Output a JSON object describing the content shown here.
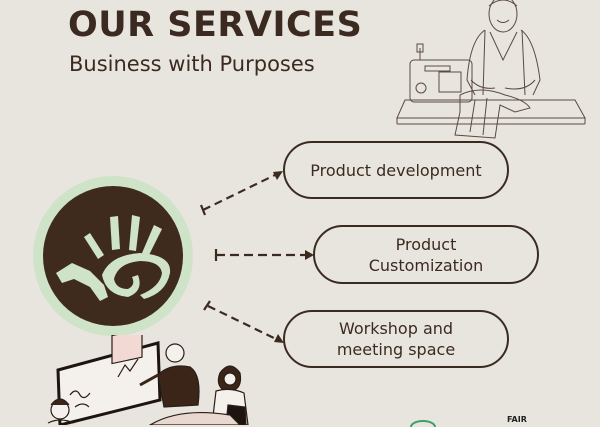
{
  "header": {
    "title": "OUR SERVICES",
    "subtitle": "Business with Purposes"
  },
  "services": [
    {
      "label": "Product development"
    },
    {
      "label": "Product\nCustomization"
    },
    {
      "label": "Workshop and\nmeeting space"
    }
  ],
  "logo": {
    "icon": "hand-spiral-icon",
    "ring_color": "#cfe3c9",
    "fill_color": "#3f2a1e"
  },
  "illustrations": {
    "top_right": "woman-sewing-illustration",
    "bottom_left": "team-meeting-illustration"
  },
  "footer": {
    "badge_text": "FAIR"
  },
  "colors": {
    "background": "#e8e5df",
    "text": "#3b2a20",
    "accent_green": "#cfe3c9",
    "logo_brown": "#3f2a1e"
  }
}
